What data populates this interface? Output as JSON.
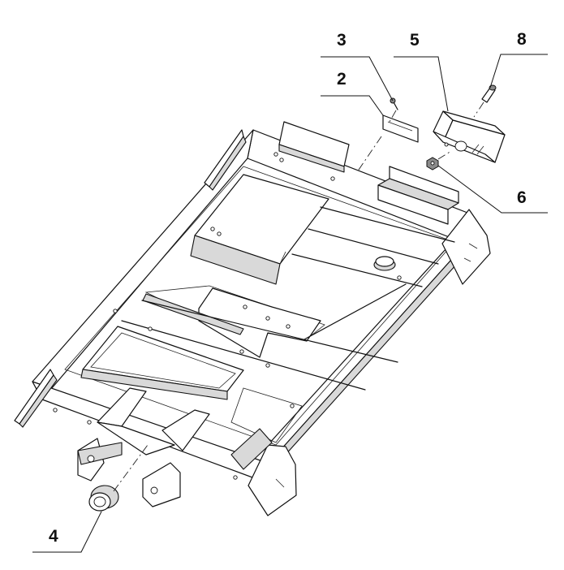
{
  "callouts": {
    "c2": "2",
    "c3": "3",
    "c4": "4",
    "c5": "5",
    "c6": "6",
    "c8": "8"
  },
  "colors": {
    "line": "#111111",
    "shade": "#d9d9d9",
    "background": "#ffffff"
  }
}
